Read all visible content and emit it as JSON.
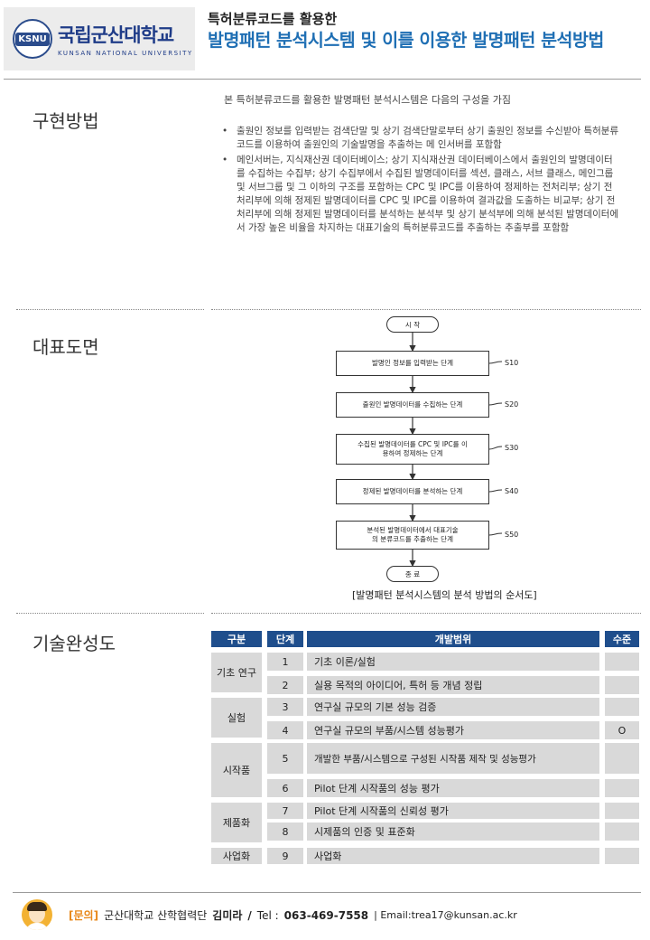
{
  "header": {
    "logo": {
      "korean": "국립군산대학교",
      "english": "KUNSAN NATIONAL UNIVERSITY",
      "emblem": "KSNU"
    },
    "subtitle": "특허분류코드를 활용한",
    "title": "발명패턴 분석시스템 및 이를 이용한 발명패턴 분석방법"
  },
  "sections": {
    "implementation": "구현방법",
    "drawing": "대표도면",
    "maturity": "기술완성도"
  },
  "implementation": {
    "intro": "본 특허분류코드를 활용한 발명패턴 분석시스템은 다음의 구성을 가짐",
    "bullets": [
      "출원인 정보를 입력받는 검색단말 및 상기 검색단말로부터 상기 출원인 정보를 수신받아 특허분류코드를 이용하여 출원인의 기술발명을 추출하는 메 인서버를 포함함",
      "메인서버는, 지식재산권 데이터베이스; 상기 지식재산권 데이터베이스에서 출원인의 발명데이터를 수집하는 수집부; 상기 수집부에서 수집된 발명데이터를 섹션, 클래스, 서브 클래스, 메인그룹 및 서브그룹 및 그 이하의 구조를 포함하는 CPC 및 IPC를 이용하여 정제하는 전처리부; 상기 전처리부에 의해 정제된 발명데이터를 CPC 및 IPC를 이용하여 결과값을 도출하는 비교부; 상기 전처리부에 의해 정제된 발명데이터를 분석하는 분석부 및 상기 분석부에 의해 분석된 발명데이터에서 가장 높은 비율을 차지하는 대표기술의 특허분류코드를 추출하는 추출부를 포함함"
    ]
  },
  "flowchart": {
    "start": "시 작",
    "end": "종 료",
    "steps": [
      {
        "label": "발명인 정보를 입력받는 단계",
        "code": "S10"
      },
      {
        "label": "출원인 발명데이터를 수집하는 단계",
        "code": "S20"
      },
      {
        "label": "수집된 발명데이터를 CPC 및 IPC를 이용하여 정제하는 단계",
        "code": "S30"
      },
      {
        "label": "정제된 발명데이터를 분석하는 단계",
        "code": "S40"
      },
      {
        "label": "분석된 발명데이터에서 대표기술의 분류코드를 추출하는 단계",
        "code": "S50"
      }
    ],
    "caption": "[발명패턴 분석시스템의 분석 방법의 순서도]"
  },
  "maturity_table": {
    "headers": {
      "category": "구분",
      "stage": "단계",
      "scope": "개발범위",
      "level": "수준"
    },
    "groups": [
      {
        "name": "기초 연구",
        "rows": [
          {
            "stage": "1",
            "scope": "기초 이론/실험",
            "level": ""
          },
          {
            "stage": "2",
            "scope": "실용 목적의 아이디어, 특허 등 개념 정립",
            "level": ""
          }
        ]
      },
      {
        "name": "실험",
        "rows": [
          {
            "stage": "3",
            "scope": "연구실 규모의 기본 성능 검증",
            "level": ""
          },
          {
            "stage": "4",
            "scope": "연구실 규모의 부품/시스템 성능평가",
            "level": "O"
          }
        ]
      },
      {
        "name": "시작품",
        "rows": [
          {
            "stage": "5",
            "scope": "개발한 부품/시스템으로 구성된 시작품 제작 및 성능평가",
            "level": ""
          },
          {
            "stage": "6",
            "scope": "Pilot 단계 시작품의 성능 평가",
            "level": ""
          }
        ]
      },
      {
        "name": "제품화",
        "rows": [
          {
            "stage": "7",
            "scope": "Pilot 단계 시작품의 신뢰성 평가",
            "level": ""
          },
          {
            "stage": "8",
            "scope": "시제품의 인증 및 표준화",
            "level": ""
          }
        ]
      },
      {
        "name": "사업화",
        "rows": [
          {
            "stage": "9",
            "scope": "사업화",
            "level": ""
          }
        ]
      }
    ]
  },
  "footer": {
    "inquiry": "[문의]",
    "org": "군산대학교 산학협력단",
    "person": "김미라",
    "slash": "/",
    "tel_label": "Tel :",
    "tel": "063-469-7558",
    "email": "| Email:trea17@kunsan.ac.kr"
  }
}
